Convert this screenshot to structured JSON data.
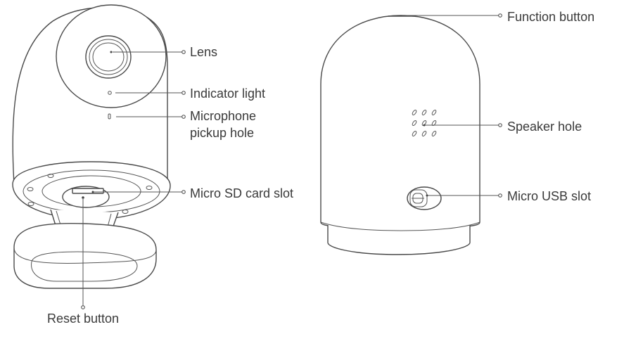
{
  "labels": {
    "lens": "Lens",
    "indicator_light": "Indicator light",
    "microphone_line1": "Microphone",
    "microphone_line2": "pickup hole",
    "micro_sd": "Micro SD card slot",
    "reset": "Reset button",
    "function_button": "Function button",
    "speaker_hole": "Speaker hole",
    "micro_usb": "Micro USB slot"
  }
}
